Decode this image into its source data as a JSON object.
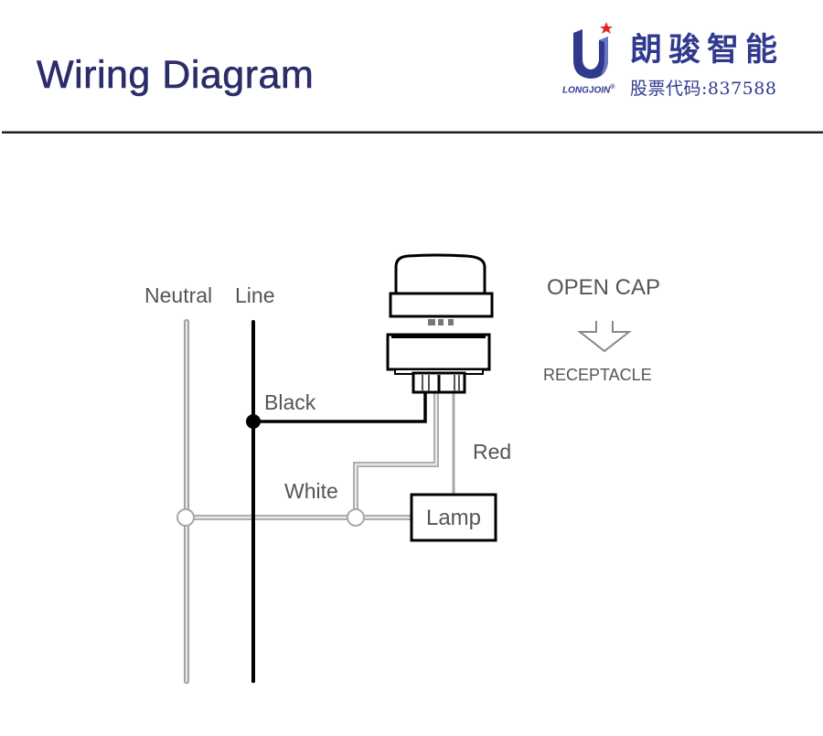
{
  "header": {
    "title": "Wiring Diagram",
    "logo": {
      "brand_cn": "朗骏智能",
      "brand_en": "LONGJOIN",
      "registered_mark": "®",
      "stock_code_label": "股票代码:837588",
      "icon": "u-star-logo-icon",
      "colors": {
        "primary": "#2f3a8f",
        "star": "#e0262b"
      }
    }
  },
  "diagram": {
    "labels": {
      "neutral": "Neutral",
      "line": "Line",
      "black": "Black",
      "white": "White",
      "red": "Red",
      "lamp": "Lamp",
      "open_cap": "OPEN CAP",
      "receptacle": "RECEPTACLE"
    },
    "icons": {
      "photocell_cap": "photocell-cap-icon",
      "receptacle": "receptacle-icon",
      "arrow": "arrow-down-outline-icon"
    },
    "colors": {
      "title": "#2b2d6a",
      "line_wire": "#000000",
      "neutral_wire": "#bdbdbd",
      "label_text": "#555555"
    }
  }
}
